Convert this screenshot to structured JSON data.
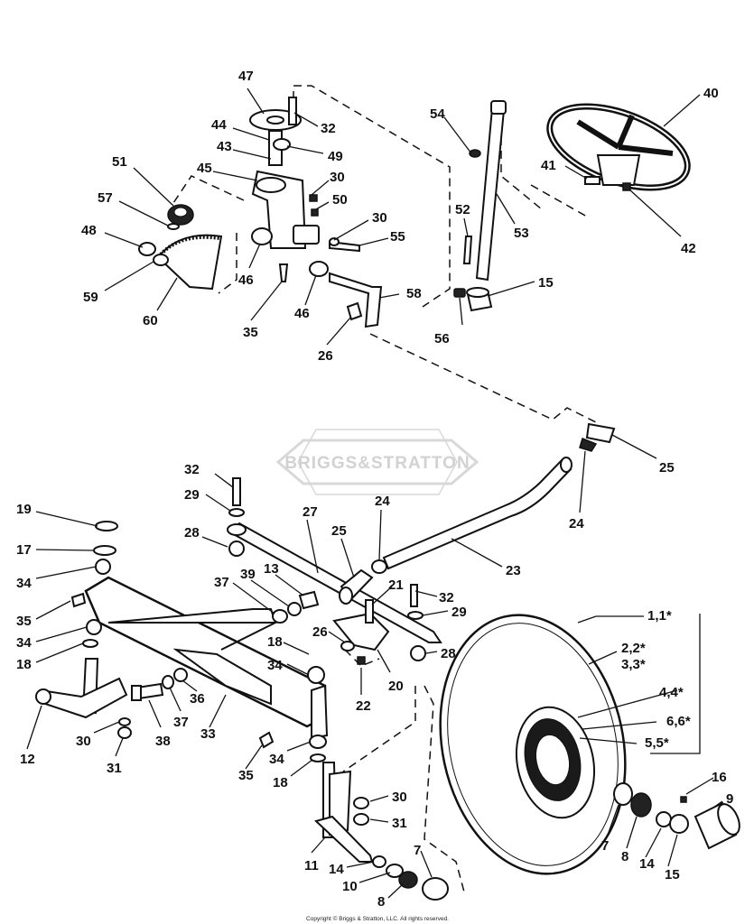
{
  "watermark": {
    "text": "BRIGGS&STRATTON"
  },
  "copyright": "Copyright © Briggs & Stratton, LLC. All rights reserved.",
  "callouts": [
    {
      "id": "c47",
      "label": "47"
    },
    {
      "id": "c32a",
      "label": "32"
    },
    {
      "id": "c44",
      "label": "44"
    },
    {
      "id": "c43",
      "label": "43"
    },
    {
      "id": "c49",
      "label": "49"
    },
    {
      "id": "c51",
      "label": "51"
    },
    {
      "id": "c45",
      "label": "45"
    },
    {
      "id": "c30a",
      "label": "30"
    },
    {
      "id": "c57",
      "label": "57"
    },
    {
      "id": "c50",
      "label": "50"
    },
    {
      "id": "c30b",
      "label": "30"
    },
    {
      "id": "c48",
      "label": "48"
    },
    {
      "id": "c55",
      "label": "55"
    },
    {
      "id": "c46a",
      "label": "46"
    },
    {
      "id": "c59",
      "label": "59"
    },
    {
      "id": "c60",
      "label": "60"
    },
    {
      "id": "c35a",
      "label": "35"
    },
    {
      "id": "c46b",
      "label": "46"
    },
    {
      "id": "c58",
      "label": "58"
    },
    {
      "id": "c26a",
      "label": "26"
    },
    {
      "id": "c54",
      "label": "54"
    },
    {
      "id": "c52",
      "label": "52"
    },
    {
      "id": "c53",
      "label": "53"
    },
    {
      "id": "c56",
      "label": "56"
    },
    {
      "id": "c15a",
      "label": "15"
    },
    {
      "id": "c40",
      "label": "40"
    },
    {
      "id": "c41",
      "label": "41"
    },
    {
      "id": "c42",
      "label": "42"
    },
    {
      "id": "c25a",
      "label": "25"
    },
    {
      "id": "c24a",
      "label": "24"
    },
    {
      "id": "c32b",
      "label": "32"
    },
    {
      "id": "c29a",
      "label": "29"
    },
    {
      "id": "c28a",
      "label": "28"
    },
    {
      "id": "c27",
      "label": "27"
    },
    {
      "id": "c25b",
      "label": "25"
    },
    {
      "id": "c24b",
      "label": "24"
    },
    {
      "id": "c23",
      "label": "23"
    },
    {
      "id": "c19",
      "label": "19"
    },
    {
      "id": "c17",
      "label": "17"
    },
    {
      "id": "c34a",
      "label": "34"
    },
    {
      "id": "c35b",
      "label": "35"
    },
    {
      "id": "c34b",
      "label": "34"
    },
    {
      "id": "c18a",
      "label": "18"
    },
    {
      "id": "c37a",
      "label": "37"
    },
    {
      "id": "c39",
      "label": "39"
    },
    {
      "id": "c13",
      "label": "13"
    },
    {
      "id": "c21",
      "label": "21"
    },
    {
      "id": "c32c",
      "label": "32"
    },
    {
      "id": "c29b",
      "label": "29"
    },
    {
      "id": "c26b",
      "label": "26"
    },
    {
      "id": "c18b",
      "label": "18"
    },
    {
      "id": "c28b",
      "label": "28"
    },
    {
      "id": "c34c",
      "label": "34"
    },
    {
      "id": "c22",
      "label": "22"
    },
    {
      "id": "c20",
      "label": "20"
    },
    {
      "id": "c36",
      "label": "36"
    },
    {
      "id": "c37b",
      "label": "37"
    },
    {
      "id": "c12",
      "label": "12"
    },
    {
      "id": "c30c",
      "label": "30"
    },
    {
      "id": "c38",
      "label": "38"
    },
    {
      "id": "c33",
      "label": "33"
    },
    {
      "id": "c31a",
      "label": "31"
    },
    {
      "id": "c35c",
      "label": "35"
    },
    {
      "id": "c34d",
      "label": "34"
    },
    {
      "id": "c18c",
      "label": "18"
    },
    {
      "id": "c30d",
      "label": "30"
    },
    {
      "id": "c31b",
      "label": "31"
    },
    {
      "id": "c11",
      "label": "11"
    },
    {
      "id": "c14a",
      "label": "14"
    },
    {
      "id": "c10",
      "label": "10"
    },
    {
      "id": "c8a",
      "label": "8"
    },
    {
      "id": "c7a",
      "label": "7"
    },
    {
      "id": "c1",
      "label": "1,1*"
    },
    {
      "id": "c2",
      "label": "2,2*"
    },
    {
      "id": "c3",
      "label": "3,3*"
    },
    {
      "id": "c4",
      "label": "4,4*"
    },
    {
      "id": "c6",
      "label": "6,6*"
    },
    {
      "id": "c5",
      "label": "5,5*"
    },
    {
      "id": "c16",
      "label": "16"
    },
    {
      "id": "c9",
      "label": "9"
    },
    {
      "id": "c7b",
      "label": "7"
    },
    {
      "id": "c8b",
      "label": "8"
    },
    {
      "id": "c14b",
      "label": "14"
    },
    {
      "id": "c15b",
      "label": "15"
    }
  ]
}
